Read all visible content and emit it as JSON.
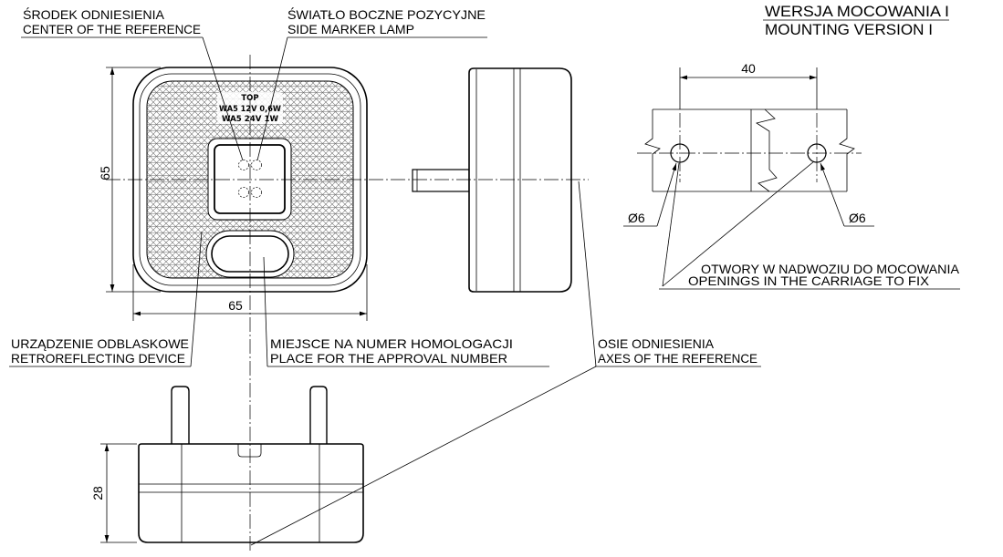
{
  "mounting_version": {
    "pl": "WERSJA MOCOWANIA I",
    "en": "MOUNTING VERSION I"
  },
  "callouts": {
    "center_of_reference": {
      "pl": "ŚRODEK ODNIESIENIA",
      "en": "CENTER OF THE REFERENCE"
    },
    "side_marker_lamp": {
      "pl": "ŚWIATŁO BOCZNE POZYCYJNE",
      "en": "SIDE MARKER LAMP"
    },
    "retroreflecting_device": {
      "pl": "URZĄDZENIE ODBLASKOWE",
      "en": "RETROREFLECTING DEVICE"
    },
    "approval_number_place": {
      "pl": "MIEJSCE NA NUMER HOMOLOGACJI",
      "en": "PLACE FOR THE APPROVAL NUMBER"
    },
    "axes_of_reference": {
      "pl": "OSIE ODNIESIENIA",
      "en": "AXES OF THE REFERENCE"
    },
    "mounting_openings": {
      "pl": "OTWORY W NADWOZIU DO MOCOWANIA",
      "en": "OPENINGS IN THE CARRIAGE TO FIX"
    }
  },
  "dimensions": {
    "front_height": "65",
    "front_width": "65",
    "depth": "28",
    "hole_spacing": "40",
    "hole_diameter_left": "Ø6",
    "hole_diameter_right": "Ø6"
  },
  "lamp_marking": [
    "TOP",
    "WA5 12V 0,6W",
    "WA5 24V 1W"
  ]
}
